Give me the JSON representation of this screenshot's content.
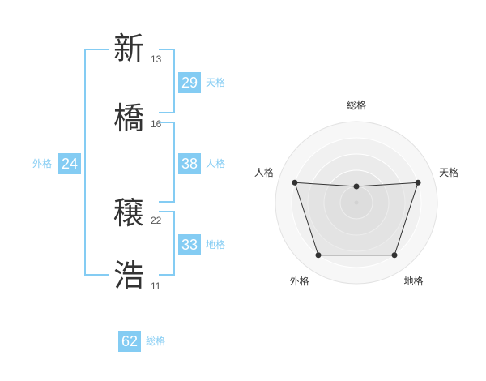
{
  "name_chars": [
    {
      "char": "新",
      "strokes": "13"
    },
    {
      "char": "橋",
      "strokes": "16"
    },
    {
      "char": "穣",
      "strokes": "22"
    },
    {
      "char": "浩",
      "strokes": "11"
    }
  ],
  "kakusu": {
    "tenkaku": {
      "value": "29",
      "label": "天格"
    },
    "jinkaku": {
      "value": "38",
      "label": "人格"
    },
    "chikaku": {
      "value": "33",
      "label": "地格"
    },
    "gaikaku": {
      "value": "24",
      "label": "外格"
    },
    "soukaku": {
      "value": "62",
      "label": "総格"
    }
  },
  "colors": {
    "accent": "#84ccf3",
    "text": "#333333"
  },
  "chart_data": {
    "type": "radar",
    "axes": [
      "総格",
      "天格",
      "地格",
      "外格",
      "人格"
    ],
    "values": [
      1,
      4,
      4,
      4,
      4
    ],
    "rmax": 5
  }
}
